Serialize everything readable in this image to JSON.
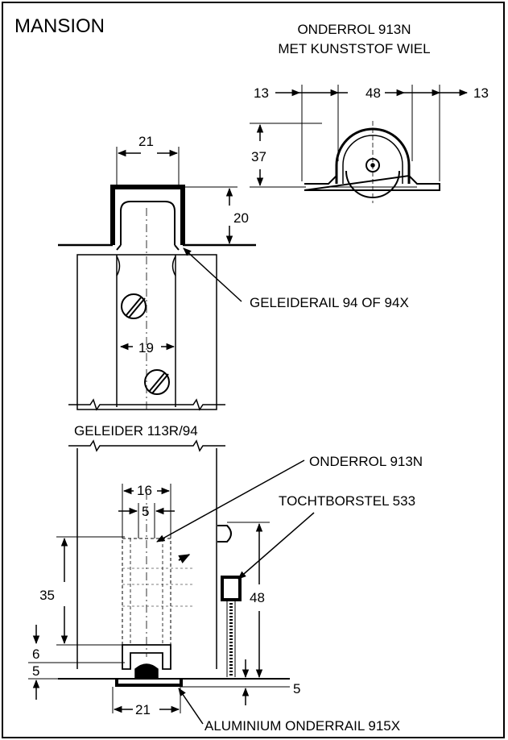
{
  "title": "MANSION",
  "caption": {
    "line1": "ONDERROL 913N",
    "line2": "MET KUNSTSTOF WIEL"
  },
  "labels": {
    "rail": "GELEIDERAIL 94 OF 94X",
    "guide": "GELEIDER 113R/94",
    "lower_roller": "ONDERROL 913N",
    "brush": "TOCHTBORSTEL 533",
    "bottom_rail": "ALUMINIUM ONDERRAIL 915X"
  },
  "dimensions": {
    "wheel_left": "13",
    "wheel_width": "48",
    "wheel_right": "13",
    "wheel_height": "37",
    "rail_width": "21",
    "rail_height": "20",
    "screw_spacing": "19",
    "roller_width": "16",
    "roller_inner": "5",
    "roller_height": "35",
    "base_height": "6",
    "base_gap": "5",
    "brush_height": "48",
    "bottom_gap": "5",
    "bottom_width": "21"
  }
}
